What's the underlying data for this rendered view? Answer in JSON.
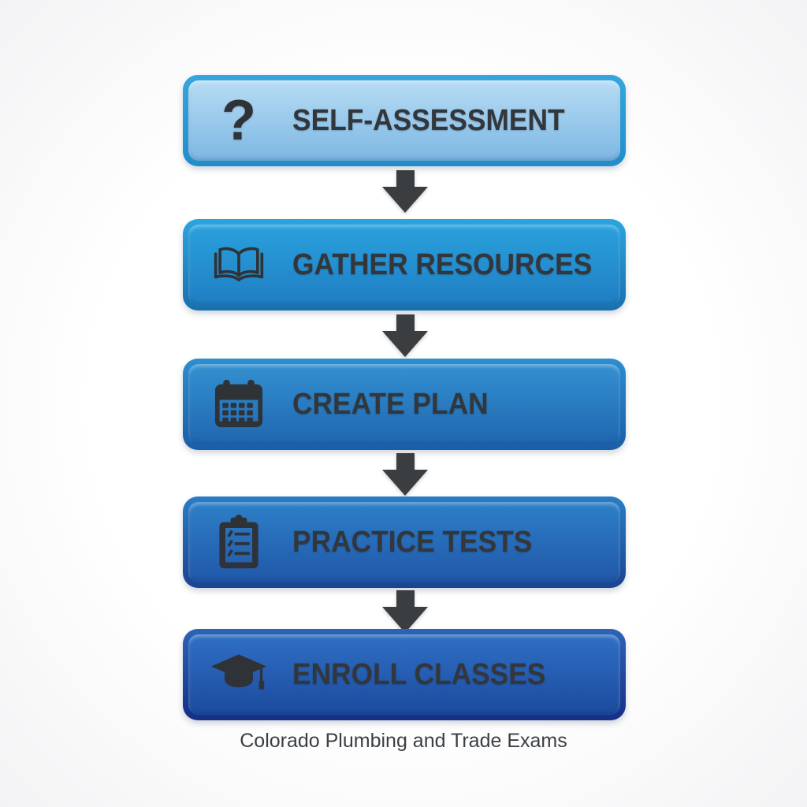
{
  "caption": "Colorado Plumbing and Trade Exams",
  "colors": {
    "arrow": "#3b3e41",
    "label_text": "#33373b",
    "icon": "#2f3337",
    "caption_text": "#3b3f43",
    "background": "#fdfdfe"
  },
  "steps": [
    {
      "label": "SELF-ASSESSMENT",
      "icon": "question-mark-icon",
      "border_top": "#35a6de",
      "border_bottom": "#1f8dca",
      "fill_top": "#b7dcf4",
      "fill_bottom": "#7db7e3"
    },
    {
      "label": "GATHER RESOURCES",
      "icon": "open-book-icon",
      "border_top": "#2aa5e0",
      "border_bottom": "#1871ae",
      "fill_top": "#2aa1dd",
      "fill_bottom": "#1f7ec3"
    },
    {
      "label": "CREATE PLAN",
      "icon": "calendar-icon",
      "border_top": "#2c8ed0",
      "border_bottom": "#195ea8",
      "fill_top": "#3390d1",
      "fill_bottom": "#2066af"
    },
    {
      "label": "PRACTICE TESTS",
      "icon": "clipboard-checklist-icon",
      "border_top": "#2a7cc6",
      "border_bottom": "#1a4492",
      "fill_top": "#2d80c7",
      "fill_bottom": "#2057a9"
    },
    {
      "label": "ENROLL CLASSES",
      "icon": "graduation-cap-icon",
      "border_top": "#2c64b6",
      "border_bottom": "#142f88",
      "fill_top": "#2f70c4",
      "fill_bottom": "#1c4a9e"
    }
  ],
  "connectors": [
    {
      "icon": "arrow-down-icon"
    },
    {
      "icon": "arrow-down-icon"
    },
    {
      "icon": "arrow-down-icon"
    },
    {
      "icon": "arrow-down-icon"
    }
  ]
}
